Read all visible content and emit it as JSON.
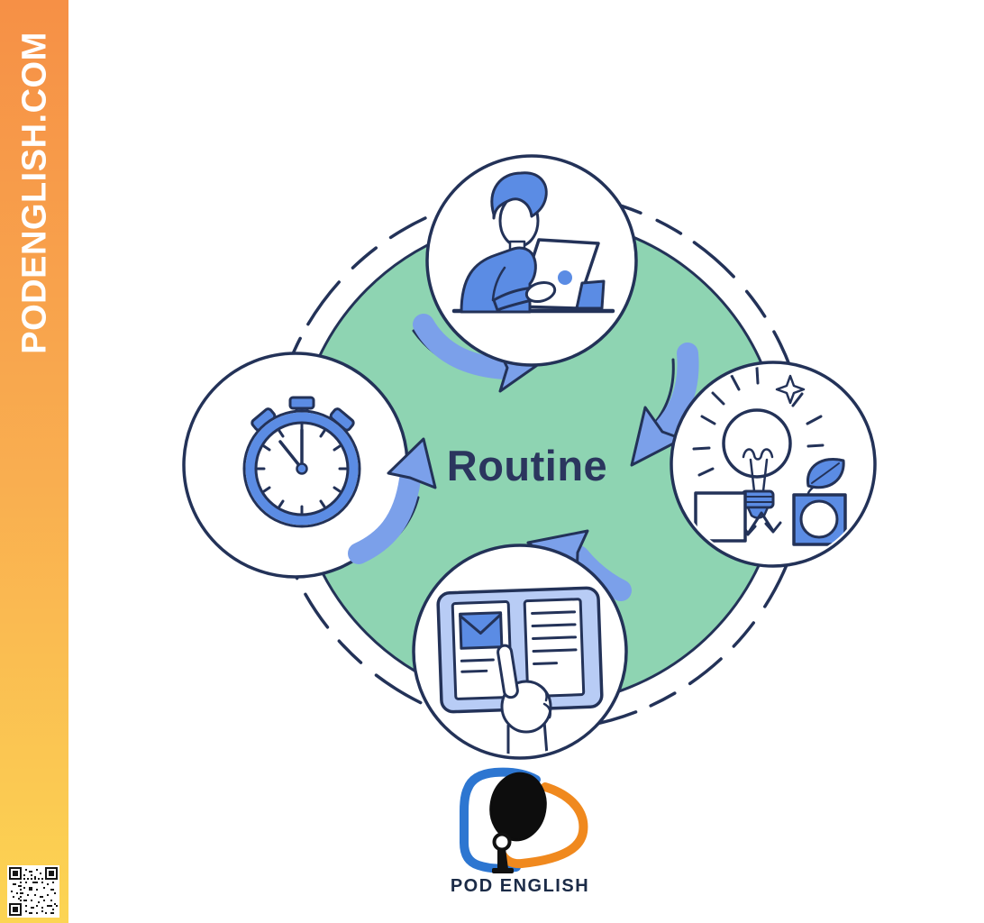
{
  "sidebar": {
    "brand": "PODENGLISH.COM"
  },
  "diagram": {
    "center_label": "Routine",
    "direction": "clockwise",
    "steps": [
      {
        "position": "top",
        "icon": "person-working-at-laptop-icon"
      },
      {
        "position": "right",
        "icon": "idea-lightbulb-icon"
      },
      {
        "position": "bottom",
        "icon": "reading-open-book-icon"
      },
      {
        "position": "left",
        "icon": "stopwatch-icon"
      }
    ]
  },
  "footer": {
    "logo_text": "POD ENGLISH",
    "logo_mic_icon": "microphone-icon",
    "qr_icon": "qr-code-icon"
  },
  "colors": {
    "sidebar_top": "#f69046",
    "sidebar_mid": "#f9ae50",
    "sidebar_bottom": "#fcd553",
    "green": "#8ed4b2",
    "navy": "#233258",
    "text_navy": "#2b355e",
    "arrow_blue": "#7ba0ea",
    "icon_blue": "#5b8ce4",
    "icon_blue_light": "#b8ccf5",
    "logo_blue": "#2d76d1",
    "logo_orange": "#f0891e",
    "logo_text": "#1b2b47",
    "qr_black": "#151515"
  }
}
